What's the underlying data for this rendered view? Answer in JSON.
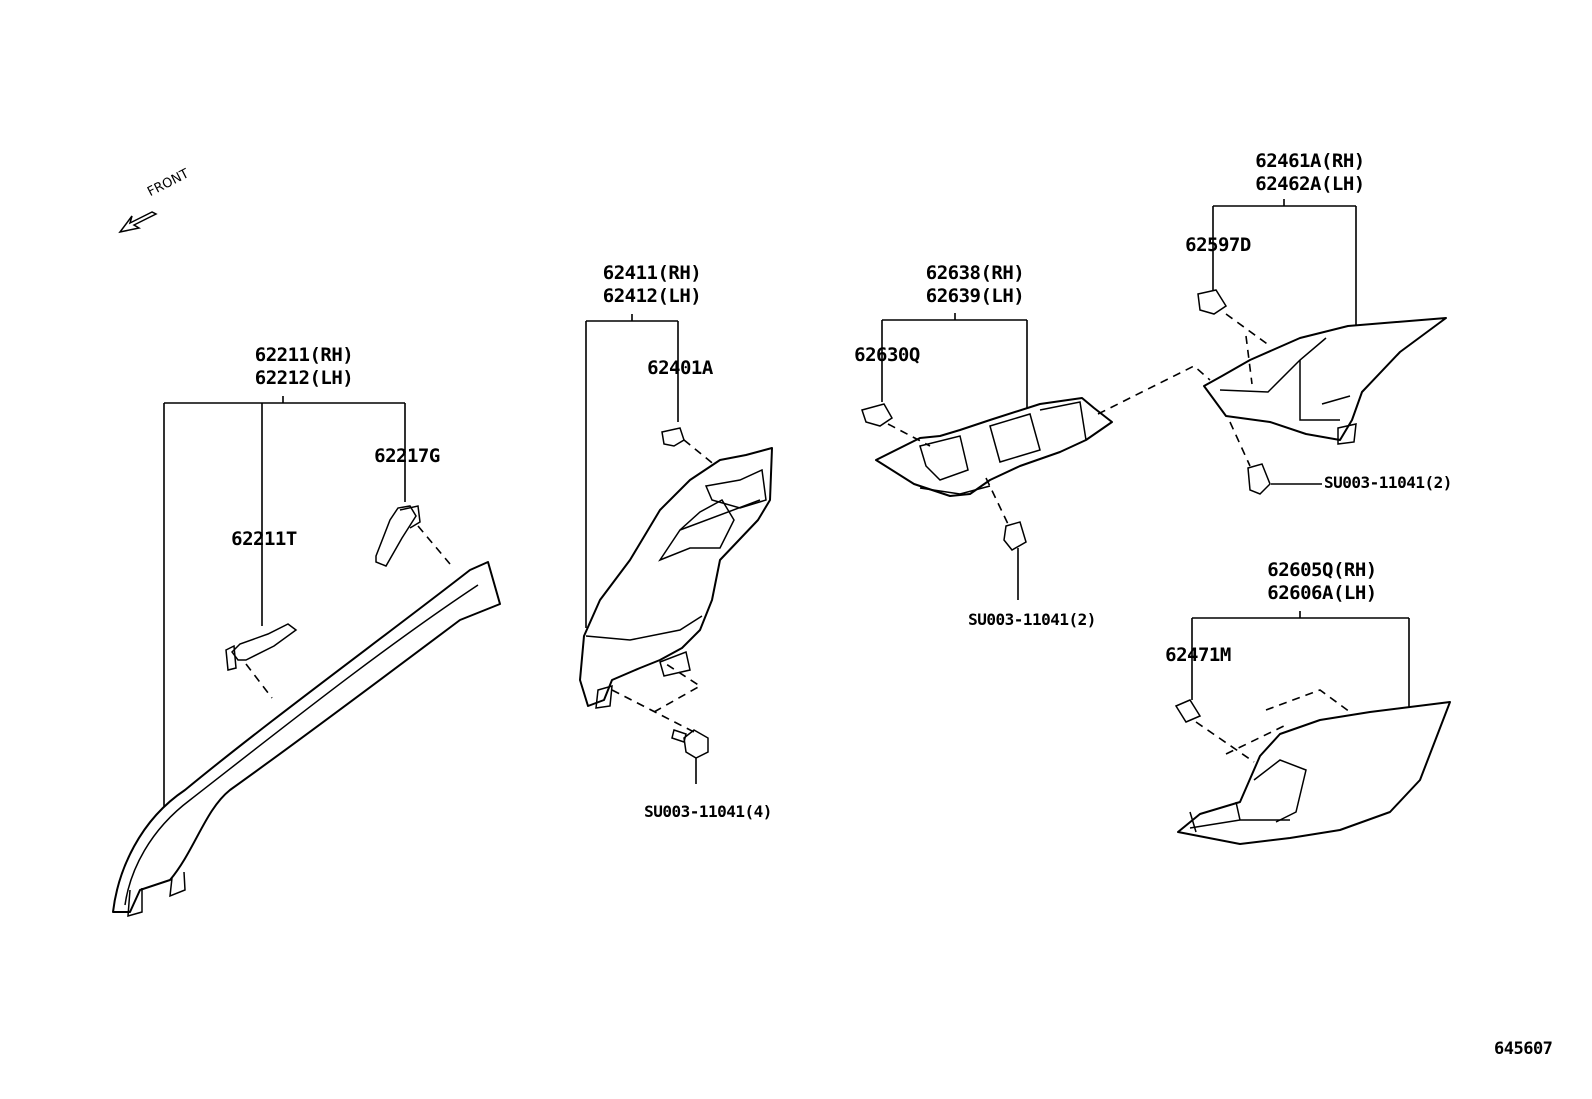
{
  "diagram_id": "645607",
  "direction_label": "FRONT",
  "labels": {
    "pillar_group_rh": "62211(RH)",
    "pillar_group_lh": "62212(LH)",
    "pillar_clip_t": "62211T",
    "pillar_clip_g": "62217G",
    "cowl_group_rh": "62411(RH)",
    "cowl_group_lh": "62412(LH)",
    "cowl_clip": "62401A",
    "cowl_screw": "SU003-11041(4)",
    "dash_group_rh": "62638(RH)",
    "dash_group_lh": "62639(LH)",
    "dash_clip": "62630Q",
    "dash_screw": "SU003-11041(2)",
    "quarter_group_rh": "62461A(RH)",
    "quarter_group_lh": "62462A(LH)",
    "quarter_clip": "62597D",
    "quarter_screw": "SU003-11041(2)",
    "lower_group_rh": "62605Q(RH)",
    "lower_group_lh": "62606A(LH)",
    "lower_clip": "62471M"
  }
}
